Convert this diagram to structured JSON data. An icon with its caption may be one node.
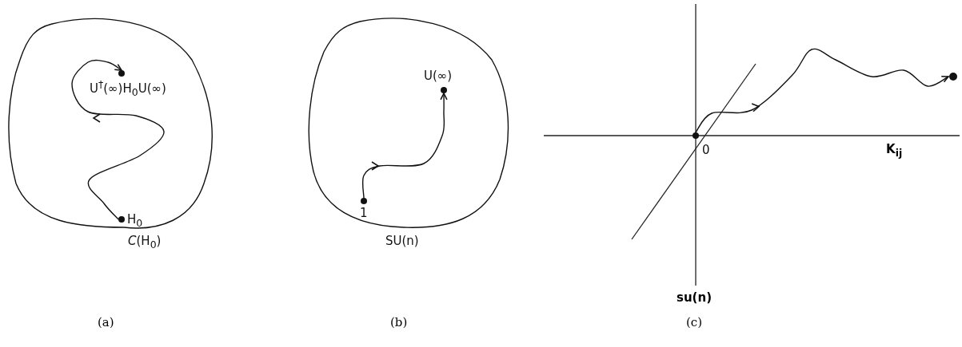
{
  "diagram": {
    "nodes": [
      {
        "text": [
          "*C*(H$_{0}$)"
        ]
      },
      {
        "text": [
          "U$^{†}$(∞)H$_{0}$U(∞)"
        ],
        "in": 0
      },
      {
        "text": [
          "H$_{0}$"
        ],
        "in": 0
      },
      {
        "text": [
          "SU(n)"
        ]
      },
      {
        "text": [
          "U(∞)"
        ],
        "in": 3
      },
      {
        "text": [
          "1"
        ],
        "in": 3
      },
      {
        "text": [
          "0"
        ]
      },
      {
        "text": [],
        "shape": "circle"
      }
    ],
    "edges": [
      {
        "from": 2,
        "to": 1,
        "arrow": "to"
      },
      {
        "from": 5,
        "to": 4,
        "arrow": "to"
      },
      {
        "from": 6,
        "to": 7,
        "arrow": "to"
      }
    ],
    "labels": [
      "K$_{ij}$",
      "su(n)",
      "(a)",
      "(b)",
      "(c)"
    ]
  }
}
